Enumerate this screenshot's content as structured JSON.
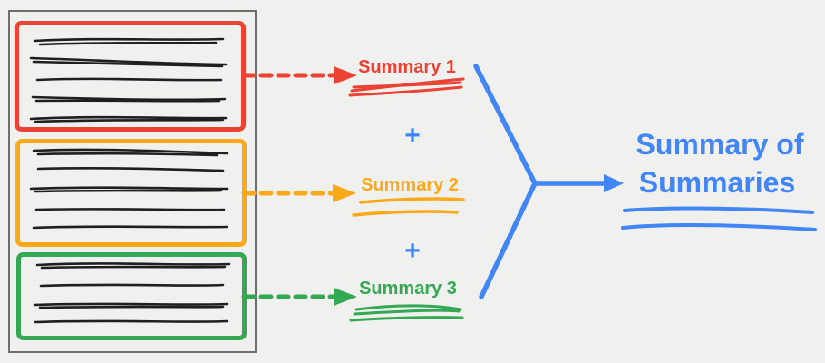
{
  "chunks": [
    {
      "label": "Summary 1",
      "color_name": "red"
    },
    {
      "label": "Summary 2",
      "color_name": "orange"
    },
    {
      "label": "Summary 3",
      "color_name": "green"
    }
  ],
  "operators": {
    "plus": "+"
  },
  "final": {
    "line1": "Summary of",
    "line2": "Summaries"
  },
  "icons": {
    "dashed_arrow": "dashed-arrow-right-icon",
    "merge_arrow": "merge-arrow-right-icon",
    "plus": "plus-icon"
  },
  "colors": {
    "red": "#ea4335",
    "orange": "#fba919",
    "green": "#34a853",
    "blue": "#4285f4",
    "ink": "#1f1f1f",
    "frame": "#6e6e6e",
    "background": "#f0f0ef"
  }
}
